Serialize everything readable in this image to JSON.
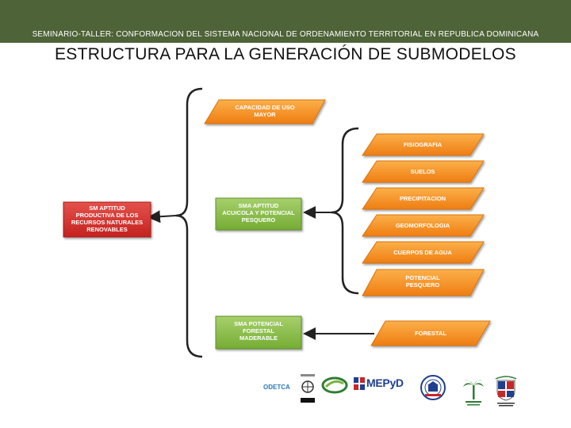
{
  "header": {
    "seminar_title": "SEMINARIO-TALLER: CONFORMACION DEL SISTEMA NACIONAL DE ORDENAMIENTO TERRITORIAL EN REPUBLICA DOMINICANA"
  },
  "slide": {
    "title": "ESTRUCTURA PARA LA GENERACIÓN DE SUBMODELOS"
  },
  "diagram": {
    "root": {
      "lines": [
        "SM APTITUD",
        "PRODUCTIVA DE LOS",
        "RECURSOS NATURALES",
        "RENOVABLES"
      ]
    },
    "capacidad": {
      "lines": [
        "CAPACIDAD DE USO",
        "MAYOR"
      ]
    },
    "sub_acuicola": {
      "lines": [
        "SMA APTITUD",
        "ACUICOLA Y POTENCIAL",
        "PESQUERO"
      ]
    },
    "sub_forestal": {
      "lines": [
        "SMA POTENCIAL",
        "FORESTAL",
        "MADERABLE"
      ]
    },
    "factors": [
      {
        "lines": [
          "FISIOGRAFIA"
        ]
      },
      {
        "lines": [
          "SUELOS"
        ]
      },
      {
        "lines": [
          "PRECIPITACION"
        ]
      },
      {
        "lines": [
          "GEOMORFOLOGIA"
        ]
      },
      {
        "lines": [
          "CUERPOS DE AGUA"
        ]
      },
      {
        "lines": [
          "POTENCIAL",
          "PESQUERO"
        ]
      }
    ],
    "forestal": {
      "lines": [
        "FORESTAL"
      ]
    }
  },
  "logos": {
    "odetca": "ODETCA",
    "mepyd": "MEPyD"
  },
  "colors": {
    "header": "#4e6337",
    "orange": "#f7931e",
    "red": "#d9302c",
    "green": "#8cbf4d",
    "bracket": "#222222"
  }
}
